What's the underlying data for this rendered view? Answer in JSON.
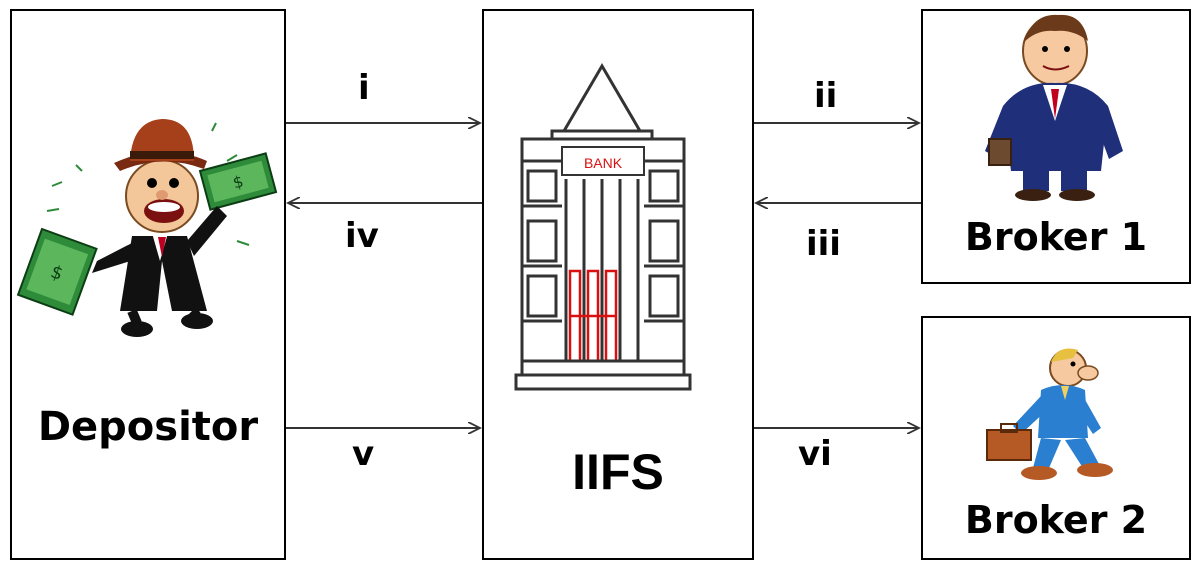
{
  "nodes": {
    "depositor": {
      "label": "Depositor"
    },
    "iifs": {
      "label": "IIFS",
      "building_sign": "BANK"
    },
    "broker1": {
      "label": "Broker 1"
    },
    "broker2": {
      "label": "Broker 2"
    }
  },
  "edges": [
    {
      "id": "i",
      "label": "i",
      "from": "depositor",
      "to": "iifs"
    },
    {
      "id": "iv",
      "label": "iv",
      "from": "iifs",
      "to": "depositor"
    },
    {
      "id": "v",
      "label": "v",
      "from": "depositor",
      "to": "iifs"
    },
    {
      "id": "ii",
      "label": "ii",
      "from": "iifs",
      "to": "broker1"
    },
    {
      "id": "iii",
      "label": "iii",
      "from": "broker1",
      "to": "iifs"
    },
    {
      "id": "vi",
      "label": "vi",
      "from": "iifs",
      "to": "broker2"
    }
  ],
  "colors": {
    "money": "#2e8b3a",
    "suit_navy": "#1f2f7a",
    "suit_blue": "#2a7fd0",
    "tie_red": "#c00020",
    "bank_red": "#d81010",
    "briefcase": "#8a4a1c"
  }
}
